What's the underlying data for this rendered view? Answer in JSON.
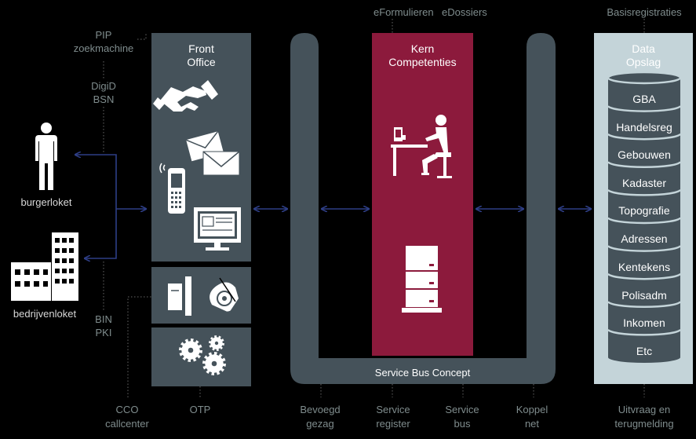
{
  "top_labels": {
    "eformulieren": "eFormulieren",
    "edossiers": "eDossiers",
    "basisregistraties": "Basisregistraties"
  },
  "left_labels": {
    "pip_line1": "PIP",
    "pip_line2": "zoekmachine",
    "digid_line1": "DigiD",
    "digid_line2": "BSN",
    "bin_line1": "BIN",
    "bin_line2": "PKI"
  },
  "actors": {
    "burgerloket": "burgerloket",
    "bedrijvenloket": "bedrijvenloket"
  },
  "front_office": {
    "line1": "Front",
    "line2": "Office"
  },
  "kern": {
    "line1": "Kern",
    "line2": "Competenties"
  },
  "data_opslag": {
    "line1": "Data",
    "line2": "Opslag",
    "items": [
      "GBA",
      "Handelsreg",
      "Gebouwen",
      "Kadaster",
      "Topografie",
      "Adressen",
      "Kentekens",
      "Polisadm",
      "Inkomen",
      "Etc"
    ]
  },
  "service_bus": {
    "label": "Service Bus Concept"
  },
  "bottom_labels": {
    "cco_line1": "CCO",
    "cco_line2": "callcenter",
    "otp": "OTP",
    "bevoegd_line1": "Bevoegd",
    "bevoegd_line2": "gezag",
    "service_register_line1": "Service",
    "service_register_line2": "register",
    "service_bus_line1": "Service",
    "service_bus_line2": "bus",
    "koppel_line1": "Koppel",
    "koppel_line2": "net",
    "uitvraag_line1": "Uitvraag en",
    "uitvraag_line2": "terugmelding"
  },
  "colors": {
    "panel": "#45525a",
    "kern": "#8c1a3c",
    "data": "#c4d4d9",
    "arrow": "#2e3e86",
    "leader": "#666666",
    "label": "#7f8c8d"
  }
}
